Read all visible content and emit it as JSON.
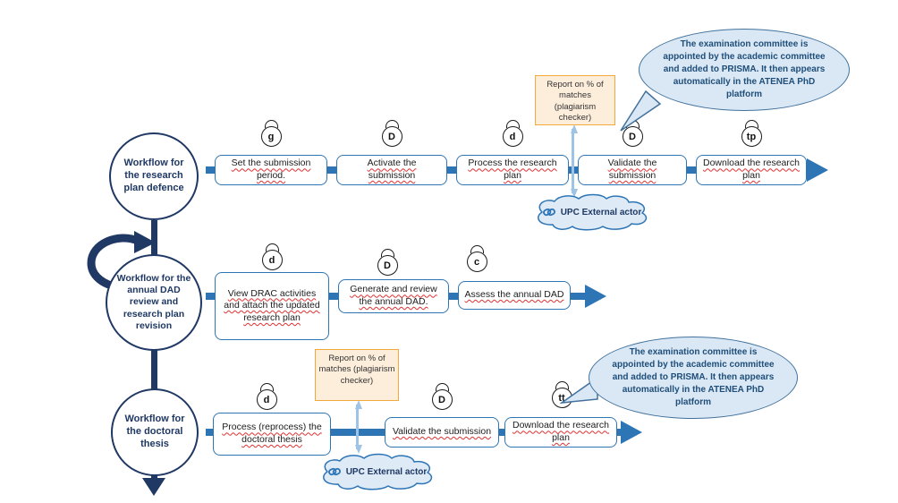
{
  "circles": [
    {
      "label": "Workflow for the research plan defence"
    },
    {
      "label": "Workflow for the annual DAD review and research plan revision"
    },
    {
      "label": "Workflow for the doctoral thesis"
    }
  ],
  "row1": {
    "steps": [
      {
        "actor": "g",
        "label": "Set the submission period."
      },
      {
        "actor": "D",
        "label": "Activate the submission"
      },
      {
        "actor": "d",
        "label": "Process the research plan"
      },
      {
        "actor": "D",
        "label": "Validate the submission"
      },
      {
        "actor": "tp",
        "label": "Download the research plan"
      }
    ]
  },
  "row2": {
    "steps": [
      {
        "actor": "d",
        "label": "View DRAC activities and attach the updated research plan"
      },
      {
        "actor": "D",
        "label": "Generate and review the annual DAD."
      },
      {
        "actor": "c",
        "label": "Assess the annual DAD"
      }
    ]
  },
  "row3": {
    "steps": [
      {
        "actor": "d",
        "label": "Process (reprocess) the doctoral thesis"
      },
      {
        "actor": "D",
        "label": "Validate the submission"
      },
      {
        "actor": "tt",
        "label": "Download the research plan"
      }
    ]
  },
  "note": {
    "text": "Report on % of matches (plagiarism checker)"
  },
  "cloud": {
    "text": "UPC External actor"
  },
  "callout": {
    "text": "The examination committee is appointed by the academic committee and added to PRISMA. It then appears automatically in the ATENEA PhD platform"
  },
  "colors": {
    "navy": "#1F3864",
    "flow_blue": "#2E75B6",
    "callout_fill": "#DAE8F5",
    "callout_border": "#41719C",
    "note_fill": "#FDEEDC",
    "note_border": "#F2A93B",
    "cloud_fill": "#DEEBF7",
    "connector_blue": "#9DC3E6",
    "spellcheck_red": "#E03131"
  }
}
